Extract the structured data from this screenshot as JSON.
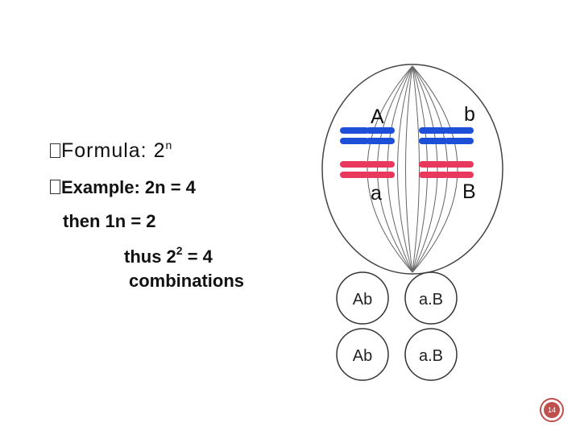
{
  "text": {
    "formula_label": "Formula:  2",
    "formula_exp": "n",
    "example": "Example: 2n = 4",
    "then": "then  1n = 2",
    "thus_prefix": "thus          2",
    "thus_exp": "2",
    "thus_suffix": " = 4",
    "combinations": "combinations"
  },
  "diagram": {
    "chromosome_labels": [
      "A",
      "b",
      "a",
      "B"
    ],
    "combinations": [
      "Ab",
      "a.B",
      "Ab",
      "a.B"
    ],
    "colors": {
      "blue": "#1e4fd8",
      "red": "#e8385e",
      "spindle": "#555555"
    }
  },
  "page_number": "14"
}
